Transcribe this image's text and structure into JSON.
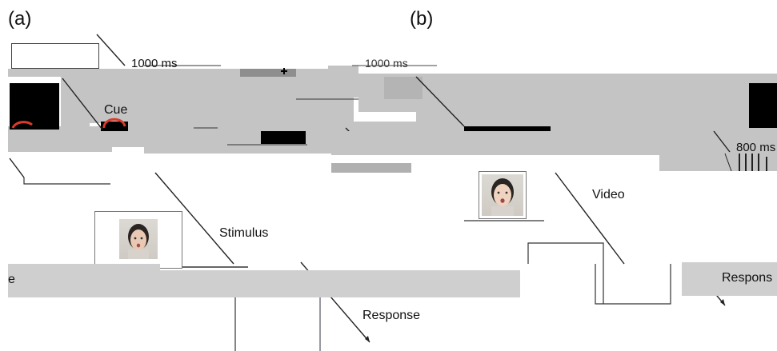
{
  "panels": {
    "a": {
      "label": "(a)",
      "cue_duration": "1000 ms",
      "cue_label": "Cue",
      "stimulus_label": "Stimulus",
      "response_label": "Response",
      "cut_left_text": "e"
    },
    "b": {
      "label": "(b)",
      "cue_duration": "1000 ms",
      "delay_duration": "800 ms",
      "video_label": "Video",
      "response_label": "Respons"
    }
  },
  "colors": {
    "band": "#c4c4c4",
    "band_dark": "#8e8e8e",
    "cue_ring": "#d93a2b",
    "fixation": "#000000"
  },
  "icons": [
    "face-photo",
    "fixation-cross",
    "cue-ring",
    "arrow"
  ]
}
